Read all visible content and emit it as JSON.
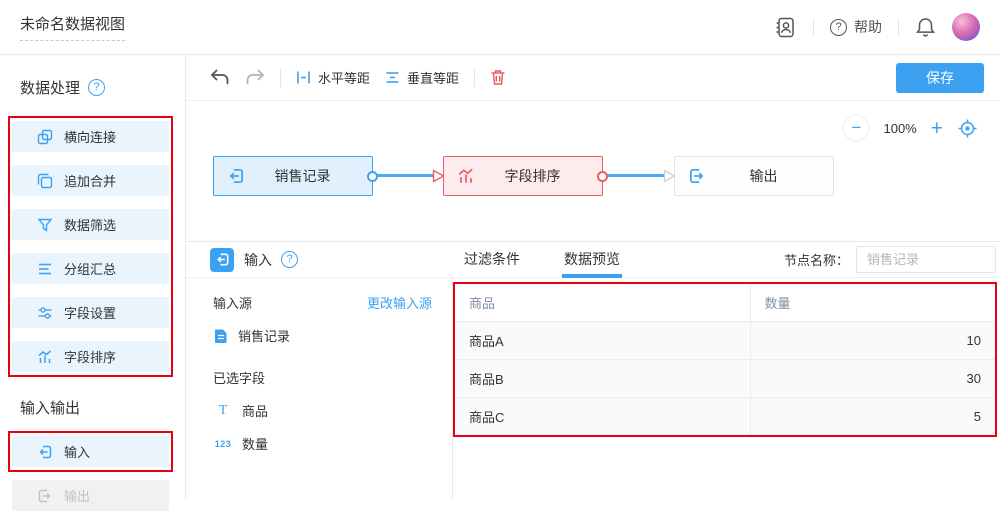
{
  "topbar": {
    "title": "未命名数据视图",
    "help_label": "帮助"
  },
  "sidebar": {
    "section_data_title": "数据处理",
    "items": [
      {
        "label": "横向连接",
        "icon": "join-icon"
      },
      {
        "label": "追加合并",
        "icon": "append-merge-icon"
      },
      {
        "label": "数据筛选",
        "icon": "filter-icon"
      },
      {
        "label": "分组汇总",
        "icon": "group-summary-icon"
      },
      {
        "label": "字段设置",
        "icon": "field-settings-icon"
      },
      {
        "label": "字段排序",
        "icon": "field-sort-icon"
      }
    ],
    "section_io_title": "输入输出",
    "input_label": "输入",
    "output_label": "输出"
  },
  "toolbar": {
    "h_space_label": "水平等距",
    "v_space_label": "垂直等距",
    "save_label": "保存"
  },
  "canvas": {
    "zoom_level": "100%",
    "nodes": [
      {
        "label": "销售记录",
        "state": "normal-blue"
      },
      {
        "label": "字段排序",
        "state": "selected-red"
      },
      {
        "label": "输出",
        "state": "normal-gray"
      }
    ]
  },
  "panel": {
    "title": "输入",
    "tabs": [
      {
        "label": "过滤条件",
        "active": false
      },
      {
        "label": "数据预览",
        "active": true
      }
    ],
    "node_name_label": "节点名称：",
    "node_name_placeholder": "销售记录",
    "source_label": "输入源",
    "change_source_label": "更改输入源",
    "source_name": "销售记录",
    "selected_fields_label": "已选字段",
    "fields": [
      {
        "icon_text": "T",
        "name": "商品"
      },
      {
        "icon_text": "123",
        "name": "数量"
      }
    ],
    "table": {
      "columns": [
        "商品",
        "数量"
      ],
      "rows": [
        [
          "商品A",
          "10"
        ],
        [
          "商品B",
          "30"
        ],
        [
          "商品C",
          "5"
        ]
      ]
    }
  },
  "icons": {
    "help_glyph": "?",
    "minus_glyph": "−",
    "plus_glyph": "+"
  },
  "colors": {
    "brand_blue": "#3da1f2",
    "node_red_border": "#ee5b60",
    "annotation_red": "#e60012",
    "sidebar_item_bg": "#e9f4fd"
  }
}
